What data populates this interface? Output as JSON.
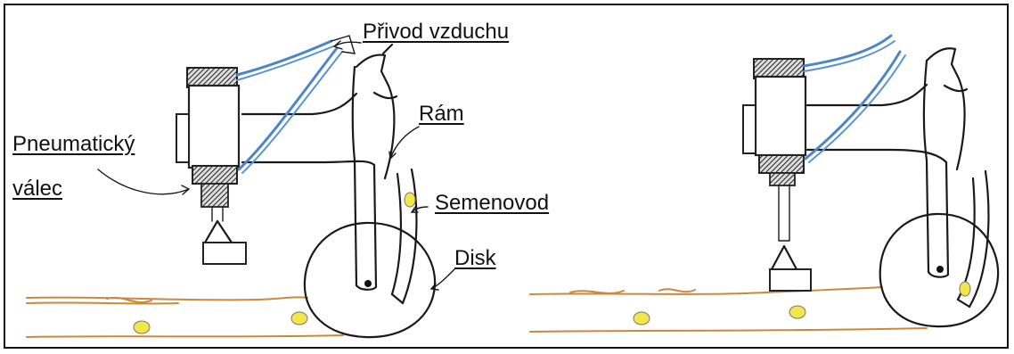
{
  "labels": {
    "air_supply": "Přivod vzduchu",
    "frame": "Rám",
    "cylinder_line1": "Pneumatický",
    "cylinder_line2": "válec",
    "seed_tube": "Semenovod",
    "disk": "Disk"
  },
  "colors": {
    "hose": "#4a86c8",
    "soil": "#c98a3e",
    "seed": "#f3e64a",
    "ink": "#1a1a1a"
  }
}
